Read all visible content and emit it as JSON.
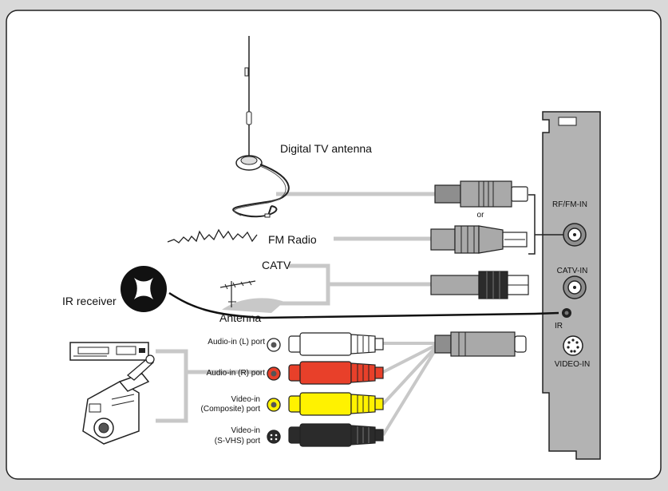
{
  "labels": {
    "digital_tv_antenna": "Digital TV antenna",
    "fm_radio": "FM Radio",
    "catv": "CATV",
    "antenna": "Antenna",
    "ir_receiver": "IR receiver",
    "or": "or",
    "rf_fm_in": "RF/FM-IN",
    "catv_in": "CATV-IN",
    "ir": "IR",
    "video_in": "VIDEO-IN",
    "audio_in_l": "Audio-in (L) port",
    "audio_in_r": "Audio-in (R) port",
    "video_in_composite_1": "Video-in",
    "video_in_composite_2": "(Composite) port",
    "video_in_svhs_1": "Video-in",
    "video_in_svhs_2": "(S-VHS) port"
  },
  "colors": {
    "background": "#d9d9d9",
    "panel": "#ffffff",
    "cable_gray": "#c8c8c8",
    "connector_gray": "#a9a9a9",
    "card_gray": "#b3b3b3",
    "white_plug": "#ffffff",
    "red_plug": "#e8402a",
    "yellow_plug": "#fff200",
    "black_plug": "#2b2b2b"
  }
}
